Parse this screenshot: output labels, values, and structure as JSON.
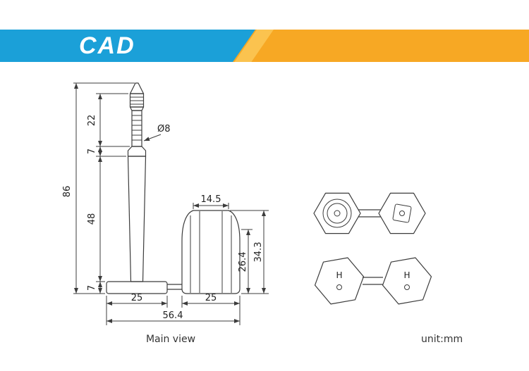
{
  "banner": {
    "title": "CAD"
  },
  "drawing": {
    "dimensions": {
      "d22": "22",
      "d7_upper": "7",
      "d86": "86",
      "d48": "48",
      "d7_lower": "7",
      "dia8": "Ø8",
      "d14_5": "14.5",
      "d26_4": "26.4",
      "d34_3": "34.3",
      "d25_left": "25",
      "d25_right": "25",
      "d56_4": "56.4"
    },
    "labels": {
      "main_view": "Main view",
      "unit": "unit:mm"
    },
    "hex_views": {
      "bottom_left_marking": "H",
      "bottom_right_marking": "H"
    }
  },
  "colors": {
    "banner_blue": "#1ba0d8",
    "banner_yellow": "#f7a824",
    "banner_yellow_light": "#fbc34f",
    "line": "#3c3c3c"
  }
}
